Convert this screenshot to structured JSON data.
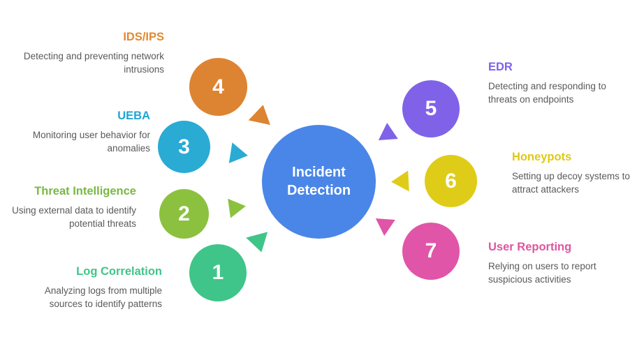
{
  "diagram": {
    "hub": {
      "label_line1": "Incident",
      "label_line2": "Detection",
      "color": "#4a86e8"
    },
    "items": [
      {
        "number": "1",
        "title": "Log Correlation",
        "description": "Analyzing logs from multiple sources to identify patterns",
        "color": "#3fc589",
        "side": "left"
      },
      {
        "number": "2",
        "title": "Threat Intelligence",
        "description": "Using external data to identify potential threats",
        "color": "#8cc13f",
        "side": "left"
      },
      {
        "number": "3",
        "title": "UEBA",
        "description": "Monitoring user behavior for anomalies",
        "color": "#29abd4",
        "side": "left"
      },
      {
        "number": "4",
        "title": "IDS/IPS",
        "description": "Detecting and preventing network intrusions",
        "color": "#dd8432",
        "side": "left"
      },
      {
        "number": "5",
        "title": "EDR",
        "description": "Detecting and responding to threats on endpoints",
        "color": "#8062e8",
        "side": "right"
      },
      {
        "number": "6",
        "title": "Honeypots",
        "description": "Setting up decoy systems to attract attackers",
        "color": "#dfcc19",
        "side": "right"
      },
      {
        "number": "7",
        "title": "User Reporting",
        "description": "Relying on users to report suspicious activities",
        "color": "#e055a8",
        "side": "right"
      }
    ]
  }
}
